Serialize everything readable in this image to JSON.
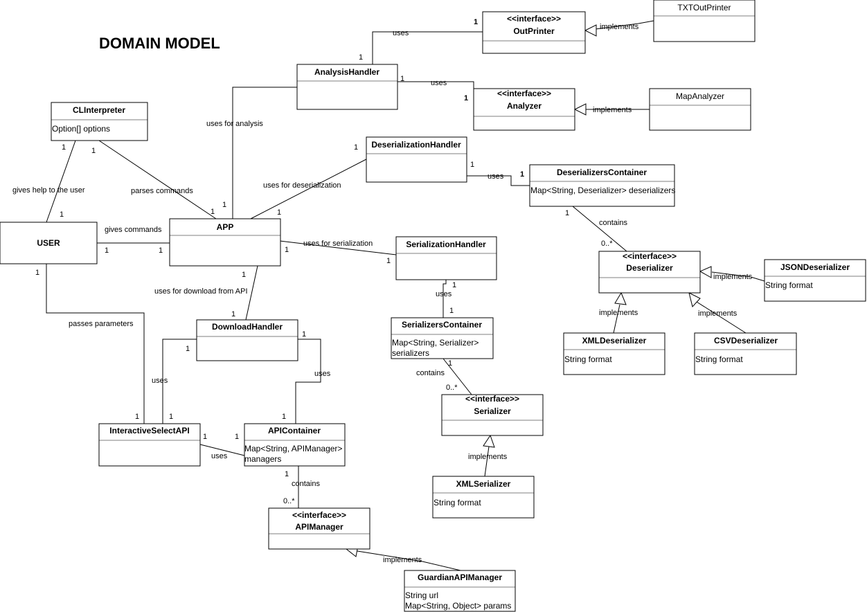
{
  "title": "DOMAIN MODEL",
  "classes": {
    "user": {
      "name": "USER",
      "attrs": []
    },
    "app": {
      "name": "APP",
      "attrs": []
    },
    "clinterpreter": {
      "name": "CLInterpreter",
      "attrs": [
        "Option[] options"
      ]
    },
    "analysis_handler": {
      "name": "AnalysisHandler",
      "attrs": []
    },
    "out_printer": {
      "stereotype": "<<interface>>",
      "name": "OutPrinter",
      "attrs": []
    },
    "txt_out_printer": {
      "name": "TXTOutPrinter",
      "attrs": []
    },
    "analyzer": {
      "stereotype": "<<interface>>",
      "name": "Analyzer",
      "attrs": []
    },
    "map_analyzer": {
      "name": "MapAnalyzer",
      "attrs": []
    },
    "deserialization_handler": {
      "name": "DeserializationHandler",
      "attrs": []
    },
    "deserializers_container": {
      "name": "DeserializersContainer",
      "attrs": [
        "Map<String, Deserializer> deserializers"
      ]
    },
    "deserializer": {
      "stereotype": "<<interface>>",
      "name": "Deserializer",
      "attrs": []
    },
    "json_deserializer": {
      "name": "JSONDeserializer",
      "attrs": [
        "String format"
      ]
    },
    "xml_deserializer": {
      "name": "XMLDeserializer",
      "attrs": [
        "String format"
      ]
    },
    "csv_deserializer": {
      "name": "CSVDeserializer",
      "attrs": [
        "String format"
      ]
    },
    "serialization_handler": {
      "name": "SerializationHandler",
      "attrs": []
    },
    "serializers_container": {
      "name": "SerializersContainer",
      "attrs": [
        "Map<String, Serializer>",
        "serializers"
      ]
    },
    "serializer": {
      "stereotype": "<<interface>>",
      "name": "Serializer",
      "attrs": []
    },
    "xml_serializer": {
      "name": "XMLSerializer",
      "attrs": [
        "String format"
      ]
    },
    "download_handler": {
      "name": "DownloadHandler",
      "attrs": []
    },
    "interactive_select_api": {
      "name": "InteractiveSelectAPI",
      "attrs": []
    },
    "api_container": {
      "name": "APIContainer",
      "attrs": [
        "Map<String, APIManager>",
        "managers"
      ]
    },
    "api_manager": {
      "stereotype": "<<interface>>",
      "name": "APIManager",
      "attrs": []
    },
    "guardian_api_manager": {
      "name": "GuardianAPIManager",
      "attrs": [
        "String url",
        "Map<String, Object> params"
      ]
    }
  },
  "relations": {
    "analysis_uses_printer": {
      "label": "uses",
      "src": "1",
      "dst": "1"
    },
    "txt_implements": {
      "label": "implements"
    },
    "analysis_uses_analyzer": {
      "label": "uses",
      "src": "1",
      "dst": "1"
    },
    "map_implements": {
      "label": "implements"
    },
    "app_uses_analysis": {
      "label": "uses for analysis",
      "src": "1"
    },
    "cli_help_user": {
      "label": "gives help to the user",
      "src": "1",
      "dst": "1"
    },
    "cli_parses_app": {
      "label": "parses commands",
      "src": "1",
      "dst": "1"
    },
    "app_uses_deser": {
      "label": "uses for deserialization",
      "src": "1",
      "dst": "1"
    },
    "deser_uses_container": {
      "label": "uses",
      "src": "1",
      "dst": "1"
    },
    "container_contains_deser": {
      "label": "contains",
      "src": "1",
      "dst": "0..*"
    },
    "json_implements": {
      "label": "implements"
    },
    "xml_deser_implements": {
      "label": "implements"
    },
    "csv_implements": {
      "label": "implements"
    },
    "user_gives_app": {
      "label": "gives commands",
      "src": "1",
      "dst": "1"
    },
    "app_uses_ser": {
      "label": "uses for serialization",
      "src": "1",
      "dst": "1"
    },
    "ser_uses_container": {
      "label": "uses",
      "src": "1",
      "dst": "1"
    },
    "container_contains_ser": {
      "label": "contains",
      "src": "1",
      "dst": "0..*"
    },
    "xml_ser_implements": {
      "label": "implements"
    },
    "app_uses_download": {
      "label": "uses for download from API",
      "src": "1",
      "dst": "1"
    },
    "user_passes_isa": {
      "label": "passes parameters",
      "src": "1",
      "dst": "1"
    },
    "download_uses_isa": {
      "label": "uses",
      "src": "1",
      "dst": "1"
    },
    "download_uses_api": {
      "label": "uses",
      "src": "1",
      "dst": "1"
    },
    "isa_uses_api": {
      "label": "uses",
      "src": "1",
      "dst": "1"
    },
    "api_contains_manager": {
      "label": "contains",
      "src": "1",
      "dst": "0..*"
    },
    "guardian_implements": {
      "label": "implements"
    }
  }
}
